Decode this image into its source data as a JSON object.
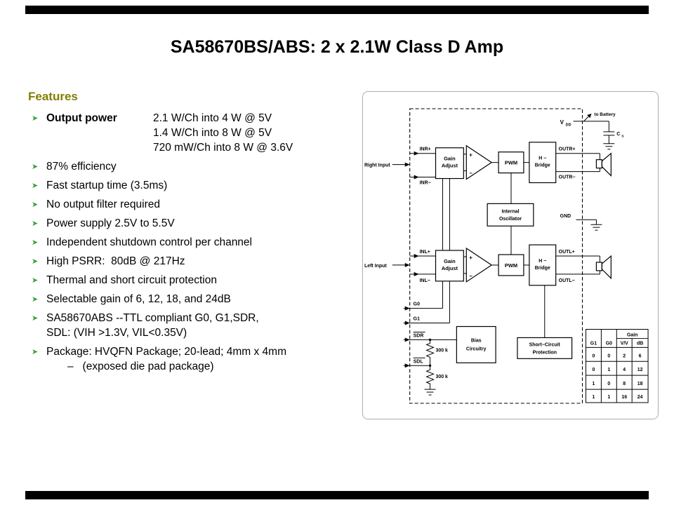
{
  "slide": {
    "title": "SA58670BS/ABS: 2 x 2.1W Class D Amp"
  },
  "colors": {
    "heading": "#808000",
    "bullet": "#3a9d3a",
    "bar": "#000000"
  },
  "features": {
    "heading": "Features",
    "bullet_glyph": "➤",
    "items": [
      {
        "label": "Output power",
        "values": [
          "2.1 W/Ch into 4 W @ 5V",
          "1.4 W/Ch into 8 W @ 5V",
          "720 mW/Ch into 8 W @ 3.6V"
        ]
      },
      {
        "label": "87% efficiency"
      },
      {
        "label": "Fast startup time (3.5ms)"
      },
      {
        "label": "No output filter required"
      },
      {
        "label": "Power supply 2.5V to 5.5V"
      },
      {
        "label": "Independent shutdown control per channel"
      },
      {
        "label": "High PSRR:  80dB @ 217Hz"
      },
      {
        "label": "Thermal and short circuit protection"
      },
      {
        "label": "Selectable gain of 6, 12, 18, and 24dB"
      },
      {
        "label": "SA58670ABS --TTL compliant G0, G1,SDR, SDL: (VIH >1.3V, VIL<0.35V)"
      },
      {
        "label": "Package: HVQFN Package; 20-lead; 4mm x 4mm",
        "sub": "–   (exposed die pad package)"
      }
    ]
  },
  "diagram": {
    "pins": {
      "inr_plus": "INR+",
      "inr_minus": "INR−",
      "right_input": "Right Input",
      "inl_plus": "INL+",
      "inl_minus": "INL−",
      "left_input": "Left Input",
      "g0": "G0",
      "g1": "G1",
      "sdr": "SDR",
      "sdl": "SDL",
      "vdd_main": "V",
      "vdd_sub": "DD",
      "to_battery": "to Battery",
      "cap_main": "C",
      "cap_sub": "S",
      "gnd": "GND",
      "outr_plus": "OUTR+",
      "outr_minus": "OUTR−",
      "outl_plus": "OUTL+",
      "outl_minus": "OUTL−"
    },
    "blocks": {
      "gain_adjust": [
        "Gain",
        "Adjust"
      ],
      "pwm": "PWM",
      "h_bridge": [
        "H −",
        "Bridge"
      ],
      "oscillator": [
        "Internal",
        "Oscillator"
      ],
      "bias": [
        "Bias",
        "Circuitry"
      ],
      "short_circuit": [
        "Short−Circuit",
        "Protection"
      ]
    },
    "opamp": {
      "plus": "+",
      "minus": "−"
    },
    "resistors": {
      "r1": "300 k",
      "r2": "300 k"
    },
    "gain_table": {
      "span_header": "Gain",
      "headers": [
        "G1",
        "G0",
        "V/V",
        "dB"
      ],
      "rows": [
        [
          "0",
          "0",
          "2",
          "6"
        ],
        [
          "0",
          "1",
          "4",
          "12"
        ],
        [
          "1",
          "0",
          "8",
          "18"
        ],
        [
          "1",
          "1",
          "16",
          "24"
        ]
      ]
    }
  }
}
